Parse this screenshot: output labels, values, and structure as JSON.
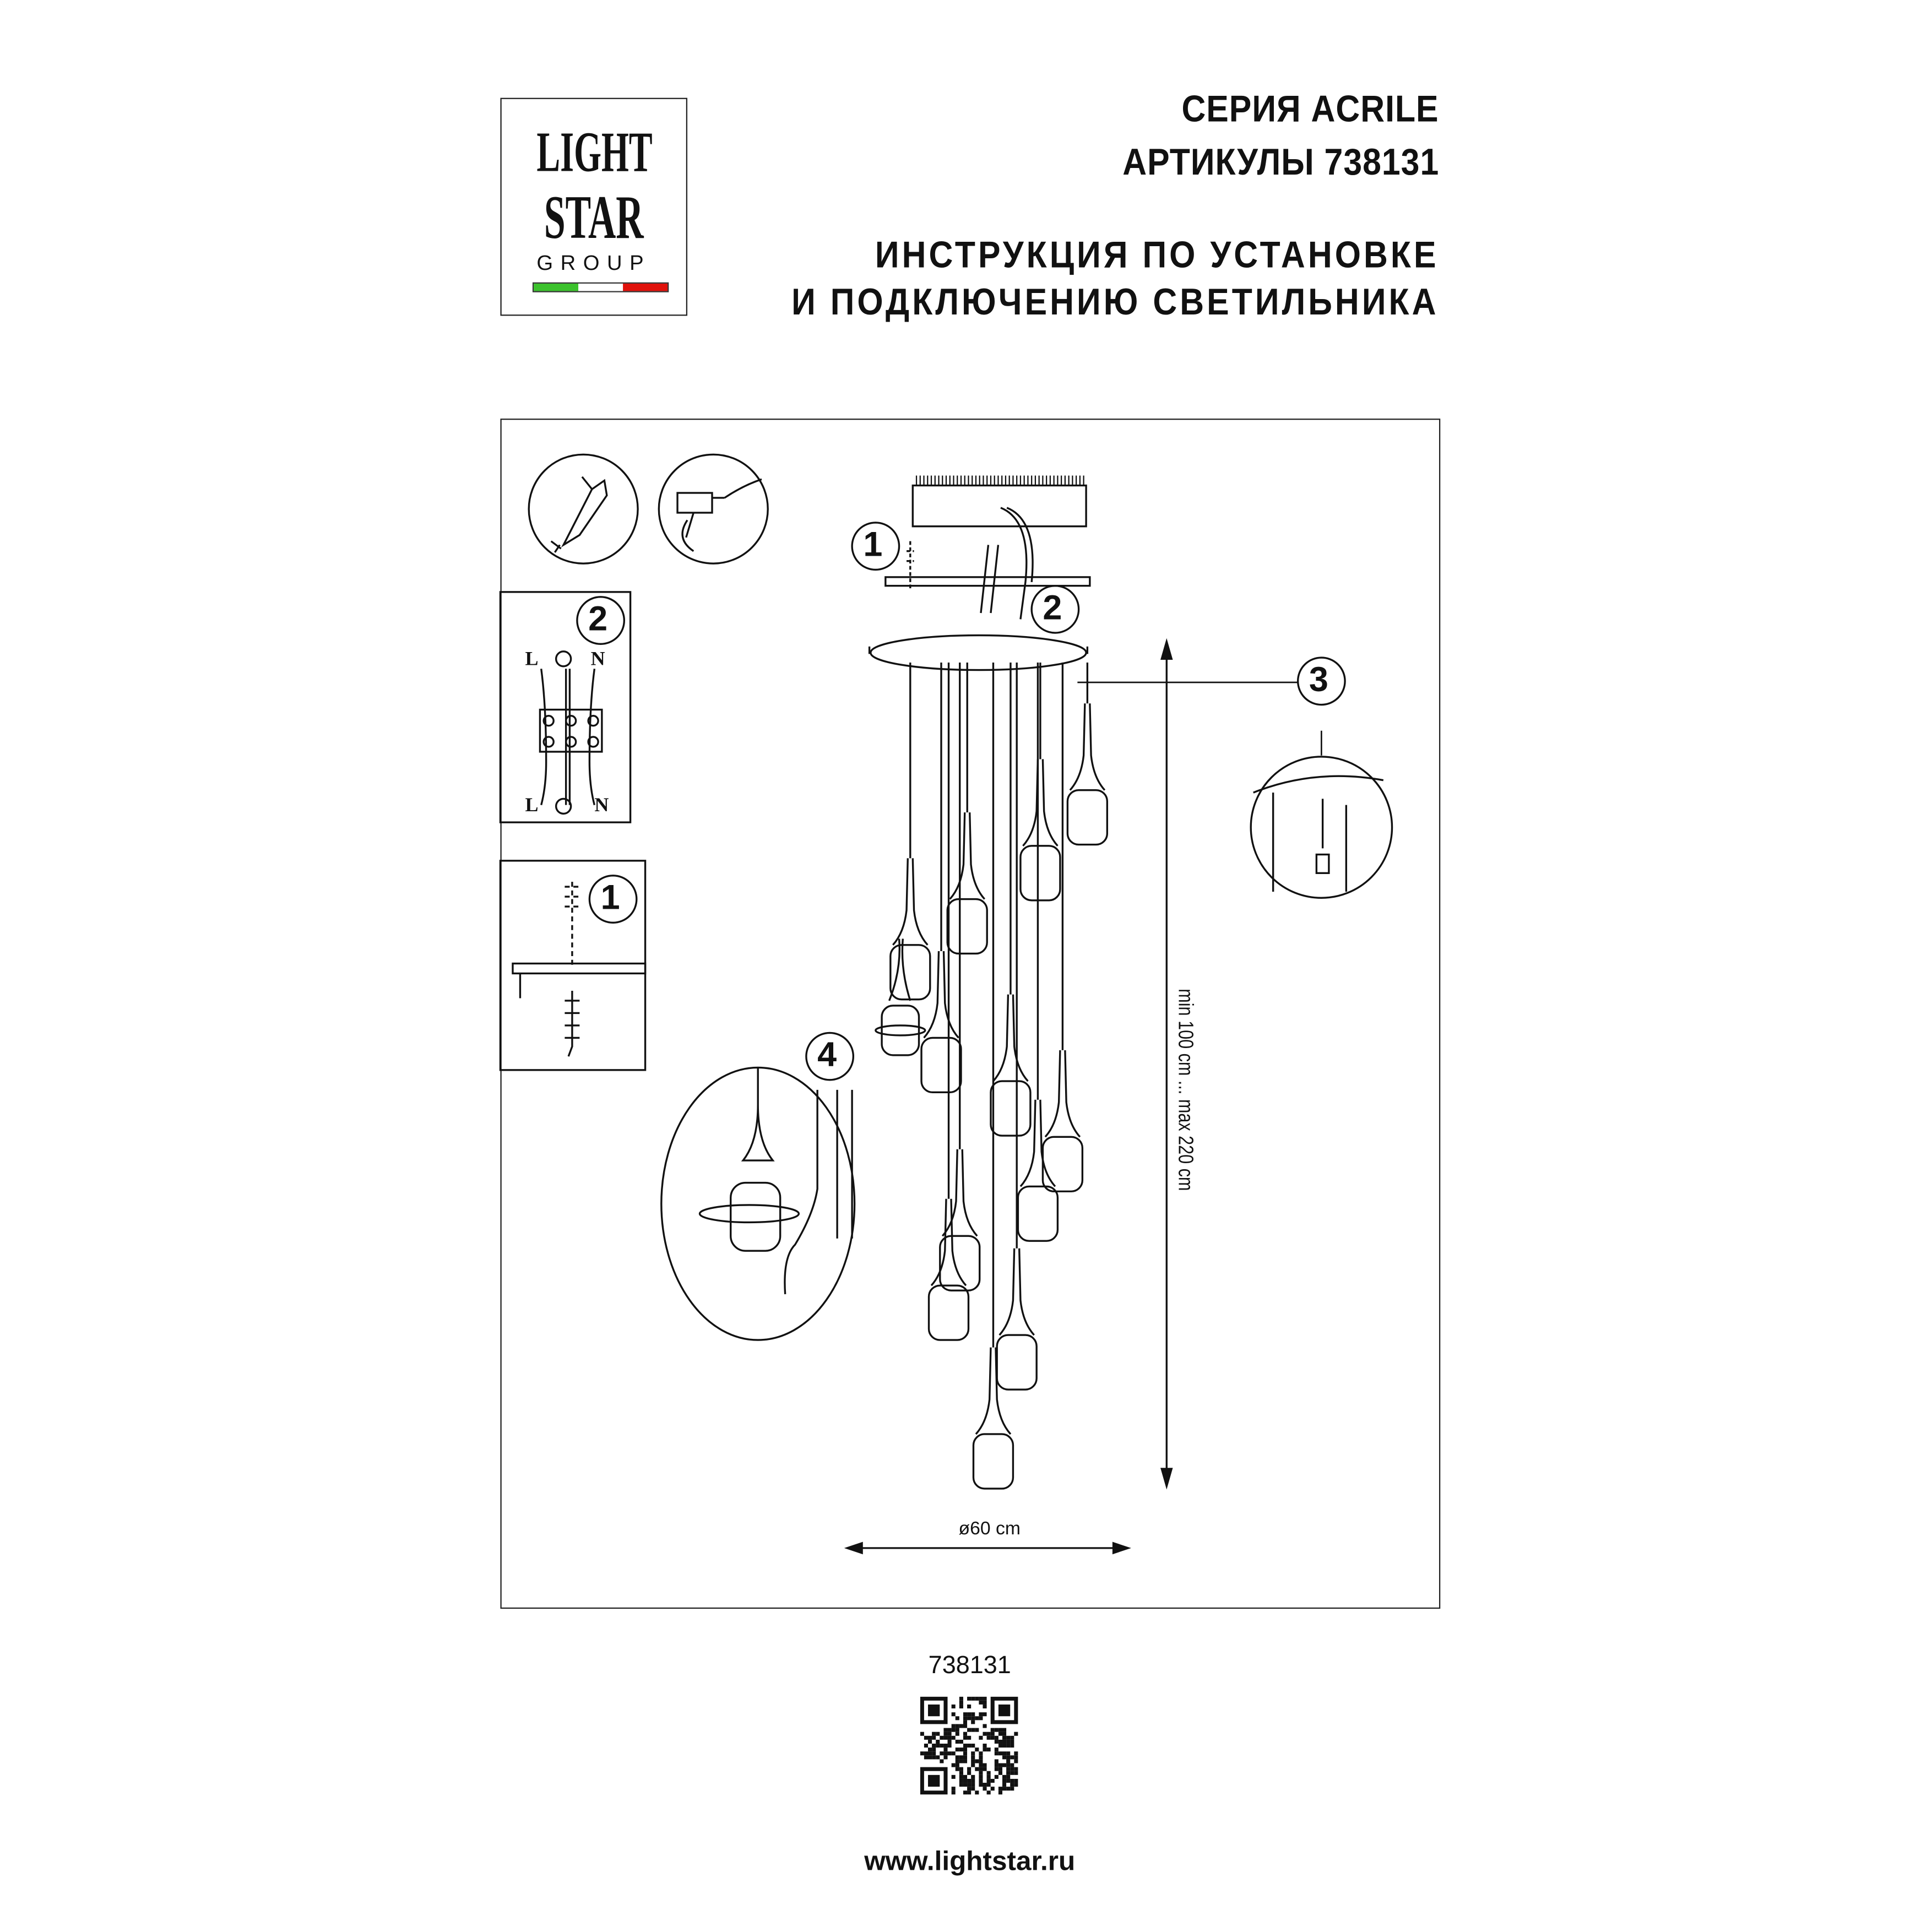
{
  "logo": {
    "line1": "LIGHT",
    "line2": "STAR",
    "line3": "GROUP",
    "flag_colors": [
      "#3cc22d",
      "#ffffff",
      "#e0120c"
    ]
  },
  "header": {
    "series": "СЕРИЯ ACRILE",
    "articles": "АРТИКУЛЫ 738131",
    "instruction_line1": "ИНСТРУКЦИЯ ПО УСТАНОВКЕ",
    "instruction_line2": "И ПОДКЛЮЧЕНИЮ СВЕТИЛЬНИКА"
  },
  "diagram": {
    "steps": [
      "1",
      "2",
      "3",
      "4"
    ],
    "wiring_labels": {
      "live": "L",
      "neutral": "N"
    },
    "height_label": "min 100 cm ... max 220 cm",
    "diameter_label": "ø60 cm",
    "pendant_count": 12
  },
  "footer": {
    "article": "738131",
    "website": "www.lightstar.ru"
  }
}
